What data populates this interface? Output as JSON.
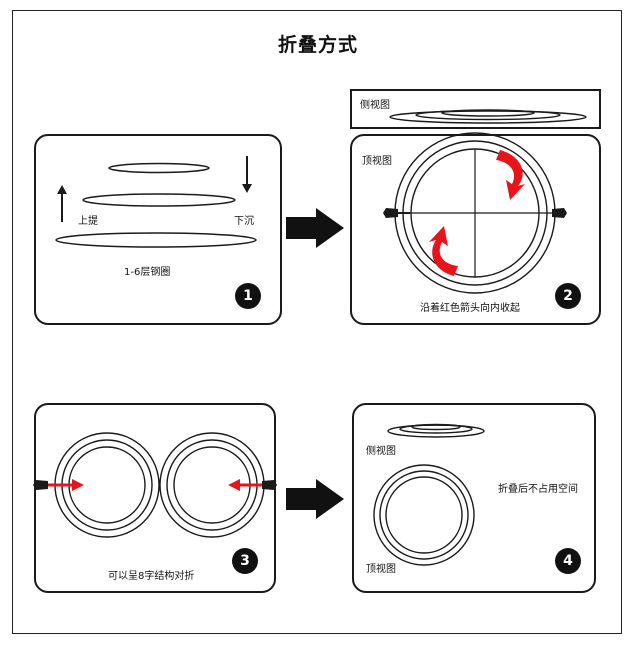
{
  "title": "折叠方式",
  "panel1": {
    "label_up": "上提",
    "label_down": "下沉",
    "caption": "1-6层钢圈",
    "step": "1"
  },
  "panel2": {
    "side_view_label": "侧视图",
    "top_view_label": "顶视图",
    "caption": "沿着红色箭头向内收起",
    "step": "2"
  },
  "panel3": {
    "caption": "可以呈8字结构对折",
    "step": "3"
  },
  "panel4": {
    "side_view_label": "侧视图",
    "top_view_label": "顶视图",
    "caption": "折叠后不占用空间",
    "step": "4"
  },
  "colors": {
    "accent": "#e8141b",
    "ink": "#1a1a1a"
  }
}
